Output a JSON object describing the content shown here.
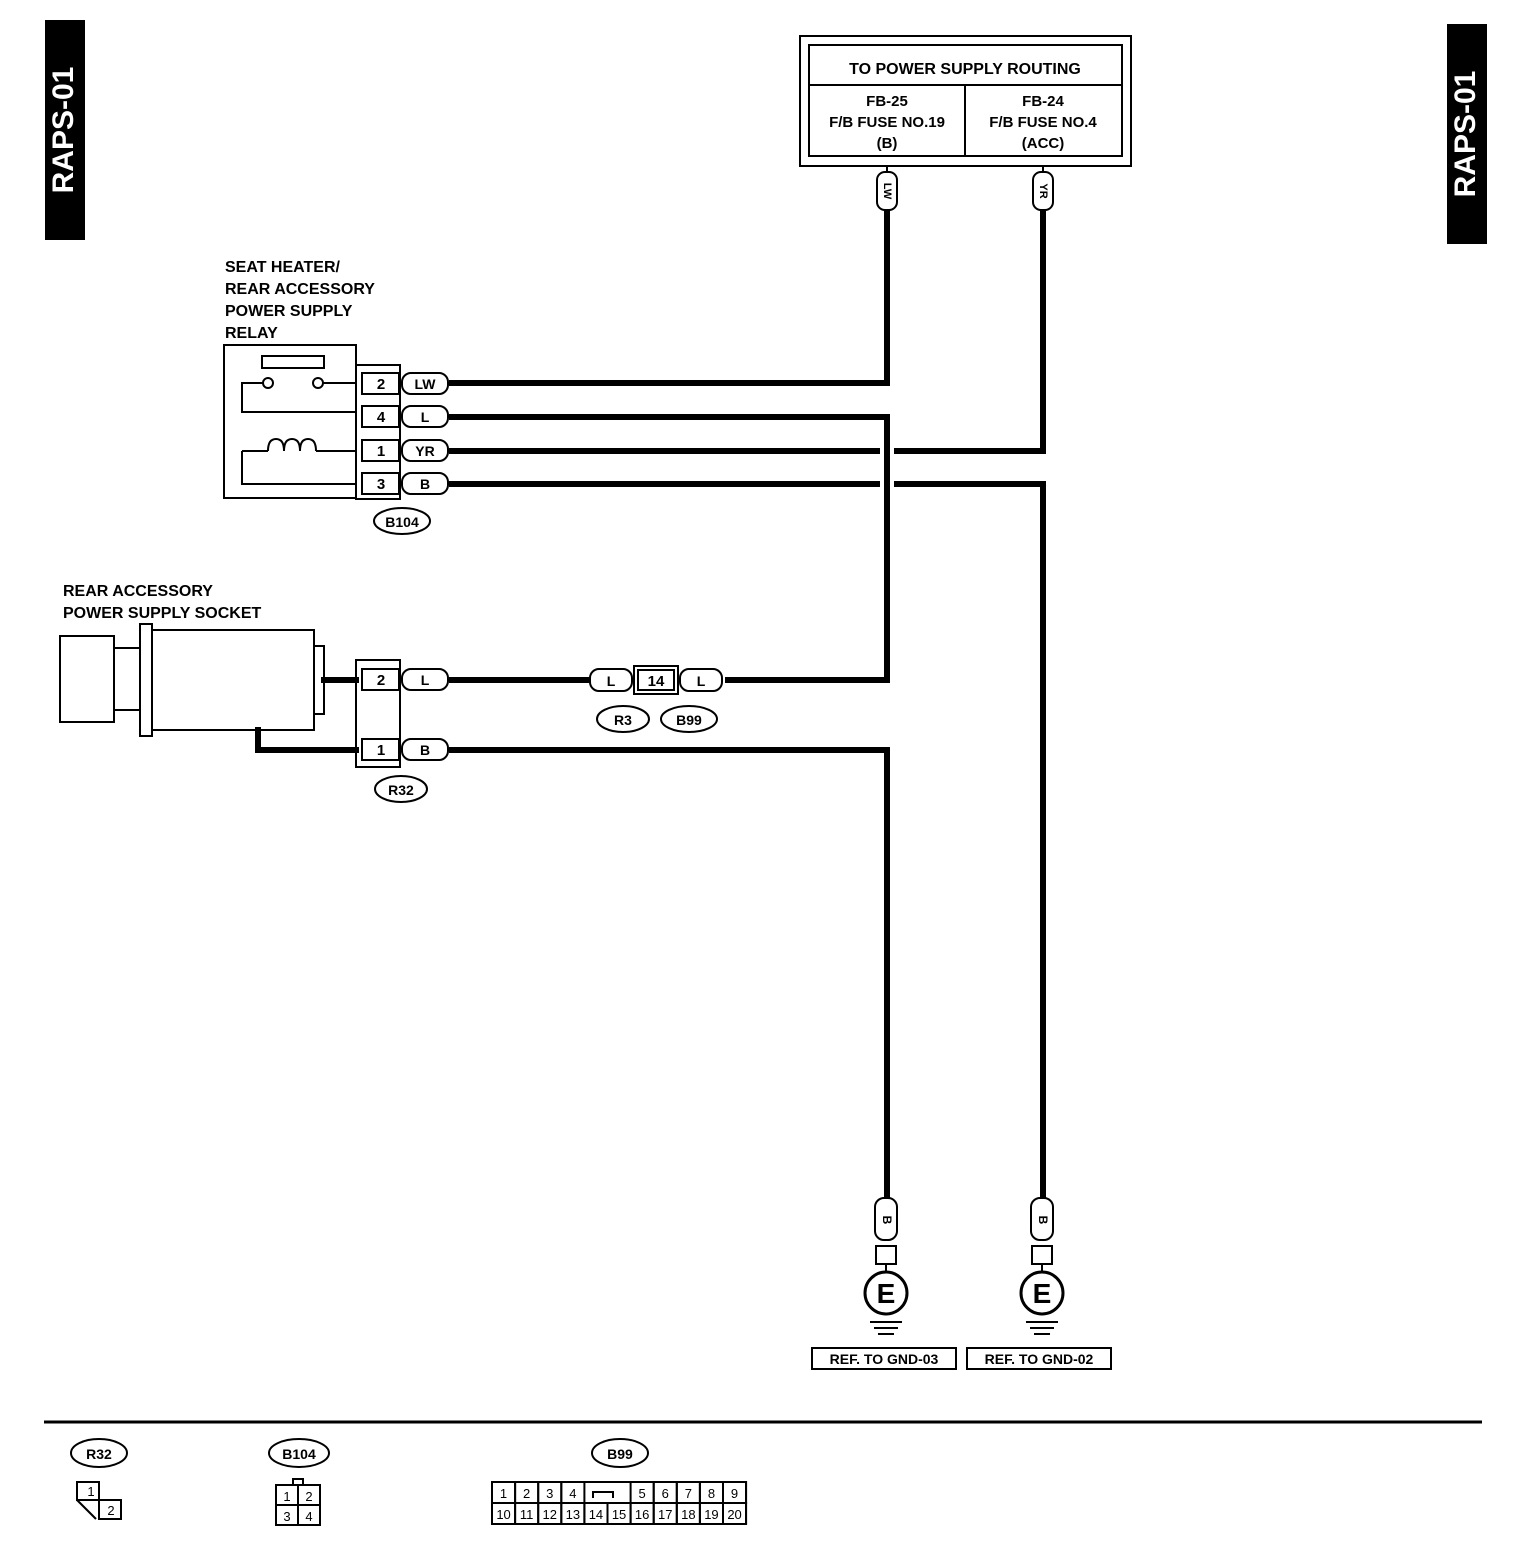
{
  "page_label": "RAPS-01",
  "power_box": {
    "title": "TO POWER SUPPLY ROUTING",
    "left": {
      "line1": "FB-25",
      "line2": "F/B FUSE NO.19",
      "line3": "(B)"
    },
    "right": {
      "line1": "FB-24",
      "line2": "F/B FUSE NO.4",
      "line3": "(ACC)"
    }
  },
  "wire_colors": {
    "lw": "LW",
    "yr": "YR",
    "l": "L",
    "b": "B"
  },
  "relay": {
    "label_lines": [
      "SEAT HEATER/",
      "REAR ACCESSORY",
      "POWER SUPPLY",
      "RELAY"
    ],
    "connector": "B104",
    "pins": [
      {
        "pin": "2",
        "color": "LW"
      },
      {
        "pin": "4",
        "color": "L"
      },
      {
        "pin": "1",
        "color": "YR"
      },
      {
        "pin": "3",
        "color": "B"
      }
    ]
  },
  "socket": {
    "label_lines": [
      "REAR ACCESSORY",
      "POWER SUPPLY SOCKET"
    ],
    "connector": "R32",
    "pins": [
      {
        "pin": "2",
        "color": "L"
      },
      {
        "pin": "1",
        "color": "B"
      }
    ]
  },
  "joint": {
    "pin": "14",
    "left_color": "L",
    "right_color": "L",
    "left_connector": "R3",
    "right_connector": "B99"
  },
  "grounds": [
    {
      "wire": "B",
      "symbol": "E",
      "ref": "REF. TO GND-03"
    },
    {
      "wire": "B",
      "symbol": "E",
      "ref": "REF. TO GND-02"
    }
  ],
  "connector_views": {
    "r32": {
      "name": "R32",
      "pins": [
        "1",
        "2"
      ]
    },
    "b104": {
      "name": "B104",
      "pins": [
        "1",
        "2",
        "3",
        "4"
      ]
    },
    "b99": {
      "name": "B99",
      "top_left": [
        "1",
        "2",
        "3",
        "4"
      ],
      "top_right": [
        "5",
        "6",
        "7",
        "8",
        "9"
      ],
      "bottom": [
        "10",
        "11",
        "12",
        "13",
        "14",
        "15",
        "16",
        "17",
        "18",
        "19",
        "20"
      ]
    }
  }
}
